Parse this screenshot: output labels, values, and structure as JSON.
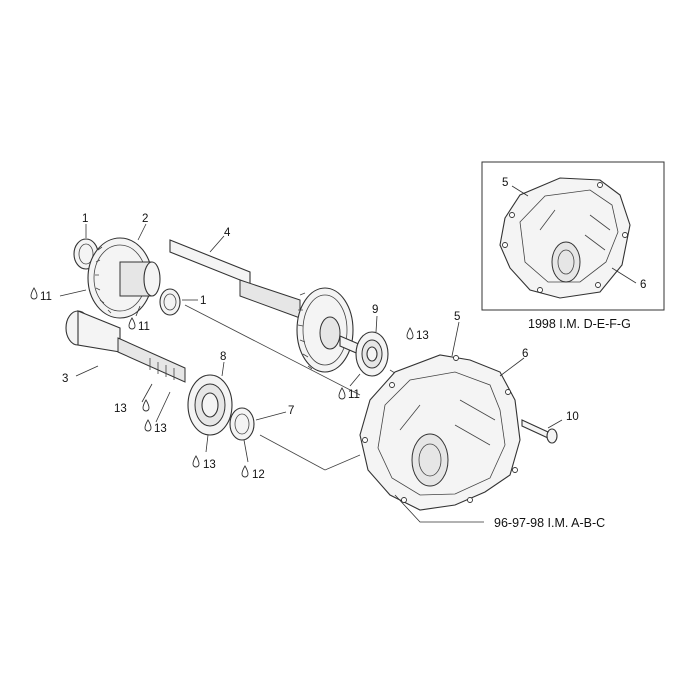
{
  "labels": {
    "p1a": "1",
    "p2": "2",
    "p4": "4",
    "p1b": "1",
    "p3": "3",
    "p8": "8",
    "p9": "9",
    "p5a": "5",
    "p6a": "6",
    "p7": "7",
    "p10": "10",
    "p5b": "5",
    "p6b": "6",
    "l11a": "11",
    "l11b": "11",
    "l13a": "13",
    "l13b": "13",
    "l13c": "13",
    "l13d": "13",
    "l11c": "11",
    "l12": "12"
  },
  "captions": {
    "inset": "1998  I.M. D-E-F-G",
    "main": "96-97-98  I.M. A-B-C"
  },
  "icons": {
    "lubricant": "oil-drop-icon"
  }
}
